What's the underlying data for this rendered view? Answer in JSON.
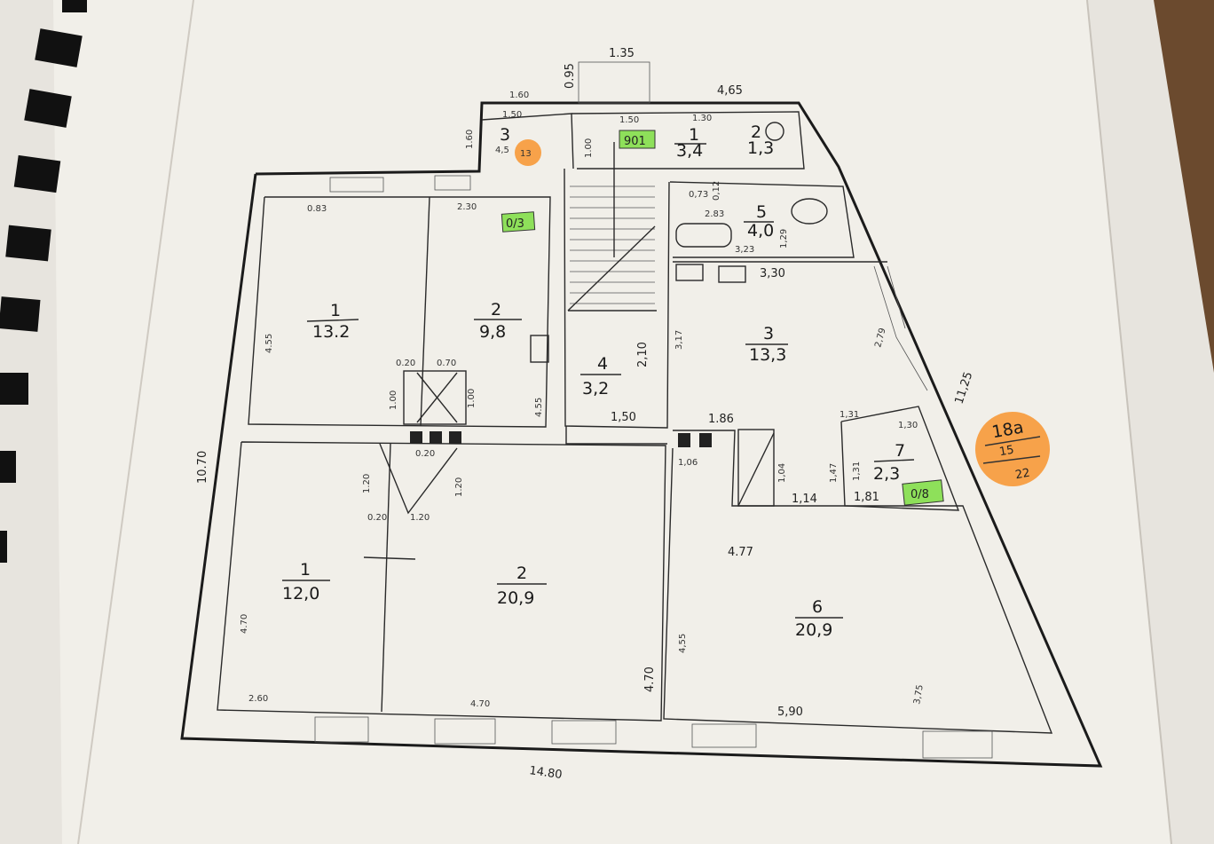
{
  "colors": {
    "paper": "#f1efe9",
    "ink": "#1b1b1b",
    "green_tag": "#8ee05a",
    "orange_stamp": "#f7a24a",
    "binder": "#111111",
    "desk": "#6b4a2e"
  },
  "rooms": [
    {
      "id": "upper-1",
      "num": "1",
      "area": "13.2"
    },
    {
      "id": "upper-2",
      "num": "2",
      "area": "9,8"
    },
    {
      "id": "stair-4",
      "num": "4",
      "area": "3,2"
    },
    {
      "id": "top-1",
      "num": "1",
      "area": "3,4"
    },
    {
      "id": "top-2",
      "num": "2",
      "area": "1,3"
    },
    {
      "id": "top-3",
      "num": "3",
      "area": "4,5"
    },
    {
      "id": "bath-5",
      "num": "5",
      "area": "4,0"
    },
    {
      "id": "kitchen-3",
      "num": "3",
      "area": "13,3"
    },
    {
      "id": "small-7",
      "num": "7",
      "area": "2,3"
    },
    {
      "id": "lower-1",
      "num": "1",
      "area": "12,0"
    },
    {
      "id": "lower-2",
      "num": "2",
      "area": "20,9"
    },
    {
      "id": "lower-6",
      "num": "6",
      "area": "20,9"
    }
  ],
  "tags": {
    "green_top": "901",
    "green_mid": "0/3",
    "green_small": "0/8",
    "orange_small": "13"
  },
  "stamp": {
    "top": "18a",
    "middle": "15",
    "bottom": "22"
  },
  "dims": {
    "d135": "1.35",
    "d095": "0.95",
    "d160": "1.60",
    "d465": "4,65",
    "d150a": "1.50",
    "d150b": "1.50",
    "d130": "1.30",
    "d160v": "1.60",
    "d100": "1.00",
    "d083": "0.83",
    "d073": "0,73",
    "d012": "0,12",
    "d283": "2.83",
    "d323": "3,23",
    "d129": "1,29",
    "d330": "3,30",
    "d455a": "4.55",
    "d455b": "4.55",
    "d470v": "4.70",
    "d1070": "10.70",
    "d020": "0.20",
    "d070": "0.70",
    "d100b": "1.00",
    "d100c": "1.00",
    "d210": "2,10",
    "d317": "3,17",
    "d150c": "1,50",
    "d186": "1.86",
    "d106": "1,06",
    "d104": "1,04",
    "d147": "1,47",
    "d114": "1,14",
    "d131": "1,31",
    "d131b": "1,31",
    "d130b": "1,30",
    "d181": "1,81",
    "d279": "2,79",
    "d1125": "11,25",
    "d477": "4.77",
    "d455c": "4,55",
    "d470c": "4.70",
    "d260": "2.60",
    "d470b": "4.70",
    "d590": "5,90",
    "d375": "3,75",
    "d1480": "14.80",
    "d020b": "0.20",
    "d120": "1.20",
    "d120b": "1.20",
    "d120c": "1.20",
    "d020c": "0.20",
    "d230": "2.30"
  }
}
